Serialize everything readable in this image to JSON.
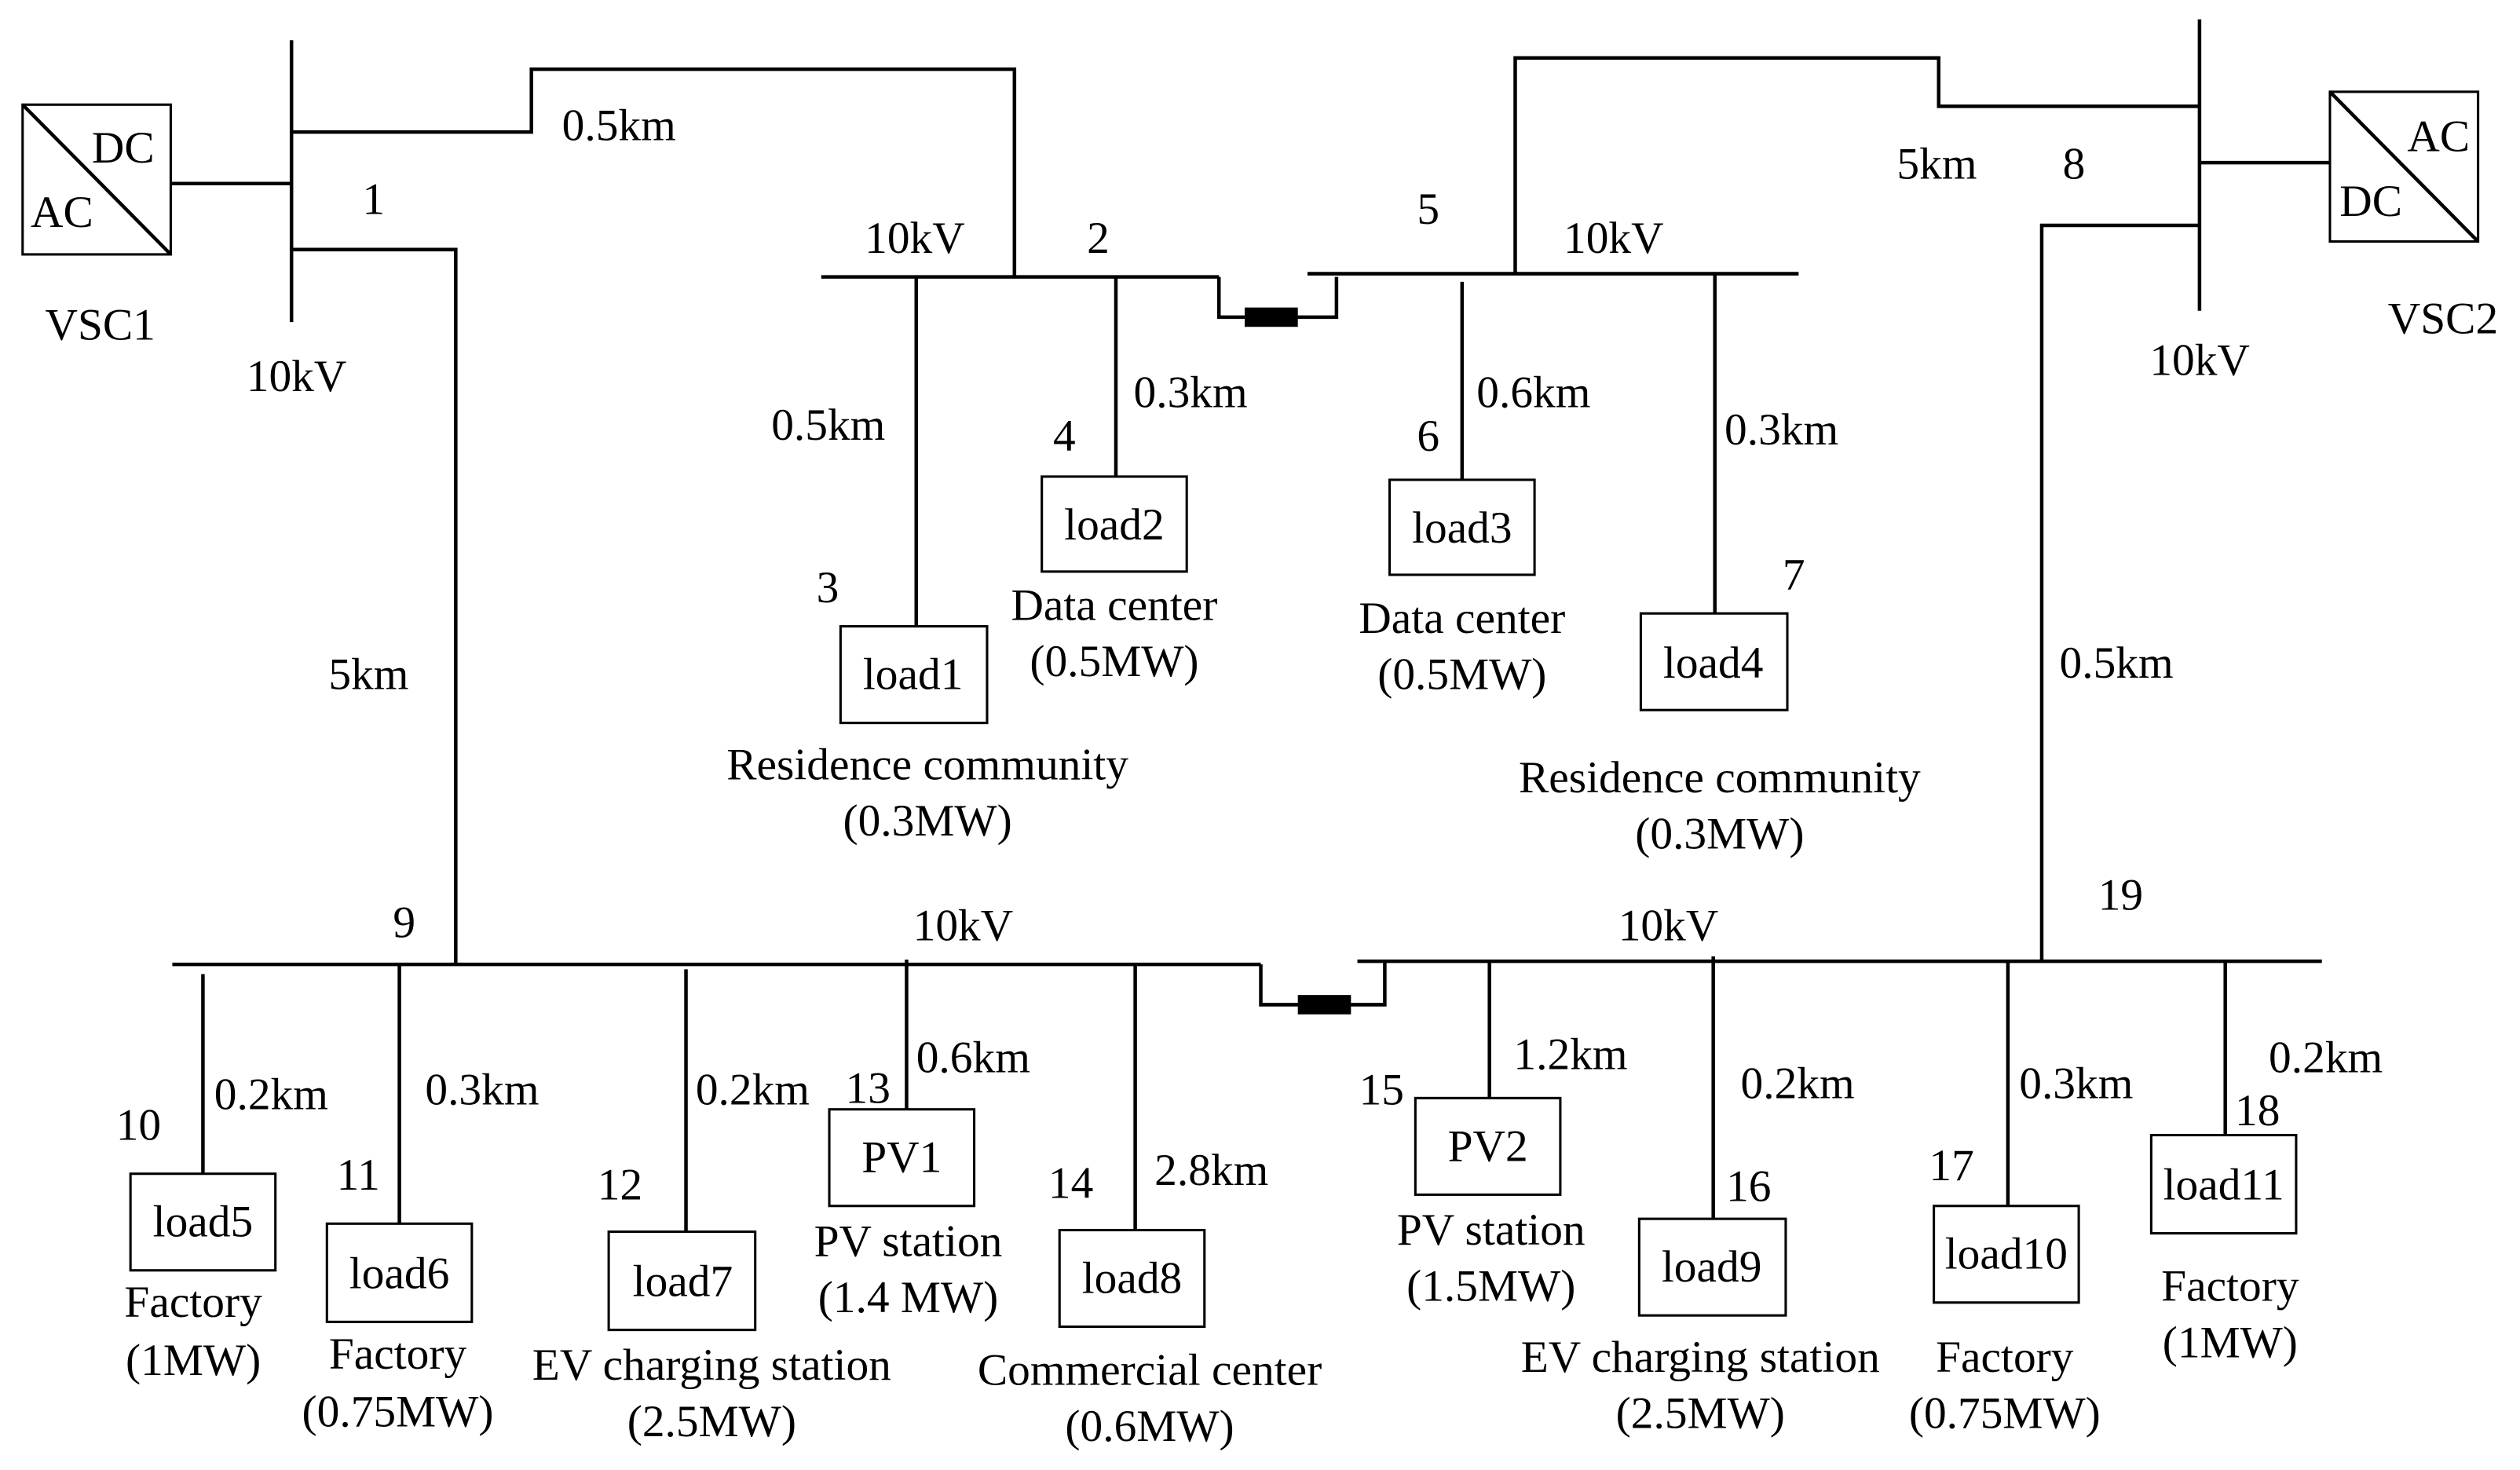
{
  "converters": {
    "vsc1": {
      "name": "VSC1",
      "dc_label": "DC",
      "ac_label": "AC"
    },
    "vsc2": {
      "name": "VSC2",
      "dc_label": "DC",
      "ac_label": "AC"
    }
  },
  "nodes": {
    "n1": "1",
    "n2": "2",
    "n3": "3",
    "n4": "4",
    "n5": "5",
    "n6": "6",
    "n7": "7",
    "n8": "8",
    "n9": "9",
    "n10": "10",
    "n11": "11",
    "n12": "12",
    "n13": "13",
    "n14": "14",
    "n15": "15",
    "n16": "16",
    "n17": "17",
    "n18": "18",
    "n19": "19"
  },
  "voltages": {
    "bus1": "10kV",
    "bus2": "10kV",
    "bus5": "10kV",
    "bus8": "10kV",
    "bus9": "10kV",
    "bus19": "10kV"
  },
  "distances": {
    "l1_2": "0.5km",
    "l1_9": "5km",
    "l5_8": "5km",
    "l8_19": "0.5km",
    "l2_3": "0.5km",
    "l2_4": "0.3km",
    "l5_6": "0.6km",
    "l5_7": "0.3km",
    "l9_10": "0.2km",
    "l9_11": "0.3km",
    "l9_12": "0.2km",
    "l9_13": "0.6km",
    "l9_14": "2.8km",
    "l19_15": "1.2km",
    "l19_16": "0.2km",
    "l19_17": "0.3km",
    "l19_18": "0.2km"
  },
  "loads": {
    "load1": {
      "label": "load1",
      "type": "Residence community",
      "power": "(0.3MW)"
    },
    "load2": {
      "label": "load2",
      "type": "Data center",
      "power": "(0.5MW)"
    },
    "load3": {
      "label": "load3",
      "type": "Data center",
      "power": "(0.5MW)"
    },
    "load4": {
      "label": "load4",
      "type": "Residence community",
      "power": "(0.3MW)"
    },
    "load5": {
      "label": "load5",
      "type": "Factory",
      "power": "(1MW)"
    },
    "load6": {
      "label": "load6",
      "type": "Factory",
      "power": "(0.75MW)"
    },
    "load7": {
      "label": "load7",
      "type": "EV charging station",
      "power": "(2.5MW)"
    },
    "pv1": {
      "label": "PV1",
      "type": "PV station",
      "power": "(1.4 MW)"
    },
    "load8": {
      "label": "load8",
      "type": "Commercial center",
      "power": "(0.6MW)"
    },
    "pv2": {
      "label": "PV2",
      "type": "PV station",
      "power": "(1.5MW)"
    },
    "load9": {
      "label": "load9",
      "type": "EV charging station",
      "power": "(2.5MW)"
    },
    "load10": {
      "label": "load10",
      "type": "Factory",
      "power": "(0.75MW)"
    },
    "load11": {
      "label": "load11",
      "type": "Factory",
      "power": "(1MW)"
    }
  }
}
